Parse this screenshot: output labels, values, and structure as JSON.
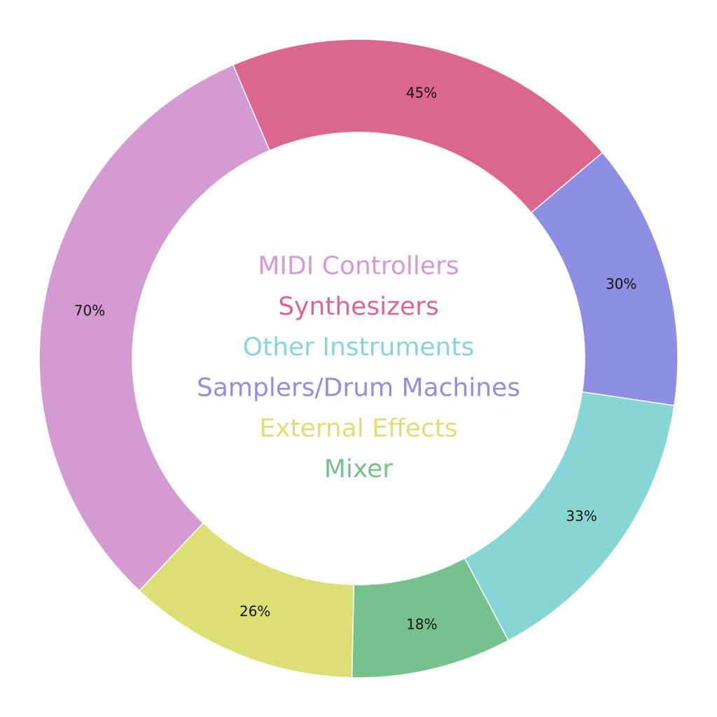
{
  "chart_data": {
    "type": "pie",
    "donut": true,
    "categories": [
      "Mixer",
      "External Effects",
      "MIDI Controllers",
      "Synthesizers",
      "Samplers/Drum Machines",
      "Other Instruments"
    ],
    "values": [
      18,
      26,
      70,
      45,
      30,
      33
    ],
    "data_labels": [
      "18%",
      "26%",
      "70%",
      "45%",
      "30%",
      "33%"
    ],
    "colors": [
      "#75c28c",
      "#dbdf74",
      "#d39bd1",
      "#dc6690",
      "#8e8fe2",
      "#87d6d6"
    ],
    "legend": {
      "placement": "center",
      "entries": [
        {
          "label": "MIDI Controllers",
          "color": "#d39bd1"
        },
        {
          "label": "Synthesizers",
          "color": "#dc6690"
        },
        {
          "label": "Other Instruments",
          "color": "#87d6d6"
        },
        {
          "label": "Samplers/Drum Machines",
          "color": "#8e8fe2"
        },
        {
          "label": "External Effects",
          "color": "#dbdf74"
        },
        {
          "label": "Mixer",
          "color": "#75c28c"
        }
      ]
    }
  }
}
